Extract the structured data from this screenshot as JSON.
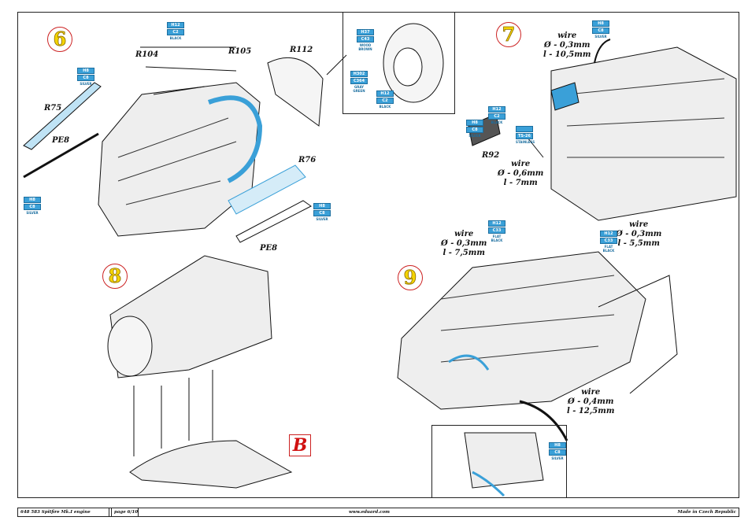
{
  "steps": {
    "s6": "6",
    "s7": "7",
    "s8": "8",
    "s9": "9",
    "section": "B"
  },
  "parts": {
    "r104": "R104",
    "r105": "R105",
    "r112": "R112",
    "r75": "R75",
    "pe8a": "PE8",
    "r76": "R76",
    "pe8b": "PE8",
    "r92": "R92"
  },
  "wires": [
    {
      "title": "wire",
      "d": "Ø - 0,3mm",
      "l": "l - 10,5mm"
    },
    {
      "title": "wire",
      "d": "Ø - 0,6mm",
      "l": "l - 7mm"
    },
    {
      "title": "wire",
      "d": "Ø - 0,3mm",
      "l": "l - 7,5mm"
    },
    {
      "title": "wire",
      "d": "Ø - 0,3mm",
      "l": "l - 5,5mm"
    },
    {
      "title": "wire",
      "d": "Ø - 0,4mm",
      "l": "l - 12,5mm"
    }
  ],
  "colors": {
    "accent": "#3aa0d8",
    "step_ring": "#cc2222",
    "step_number": "#f4d400",
    "section_badge": "#d01010"
  },
  "chips": [
    {
      "h": "H8",
      "c": "C8",
      "name": "SILVER"
    },
    {
      "h": "H8",
      "c": "C8",
      "name": "SILVER"
    },
    {
      "h": "H12",
      "c": "C2",
      "name": "BLACK"
    },
    {
      "h": "H8",
      "c": "C8",
      "name": "SILVER"
    },
    {
      "h": "H37",
      "c": "C43",
      "name": "WOOD BROWN"
    },
    {
      "h": "H302",
      "c": "C364",
      "name": "GRAY GREEN"
    },
    {
      "h": "H12",
      "c": "C2",
      "name": "BLACK"
    },
    {
      "h": "H8",
      "c": "C8",
      "name": "SILVER"
    },
    {
      "h": "H12",
      "c": "C2",
      "name": "BLACK"
    },
    {
      "h": "H8",
      "c": "C8",
      "name": "SILVER"
    },
    {
      "h": "",
      "c": "TS-26",
      "name": "STAINLESS"
    },
    {
      "h": "H12",
      "c": "C33",
      "name": "FLAT BLACK"
    },
    {
      "h": "H12",
      "c": "C33",
      "name": "FLAT BLACK"
    },
    {
      "h": "H8",
      "c": "C8",
      "name": "SILVER"
    }
  ],
  "footer": {
    "code": "648 583  Spitfire Mk.I engine",
    "page": "page 6/10",
    "site": "www.eduard.com",
    "origin": "Made in Czech Republic"
  }
}
